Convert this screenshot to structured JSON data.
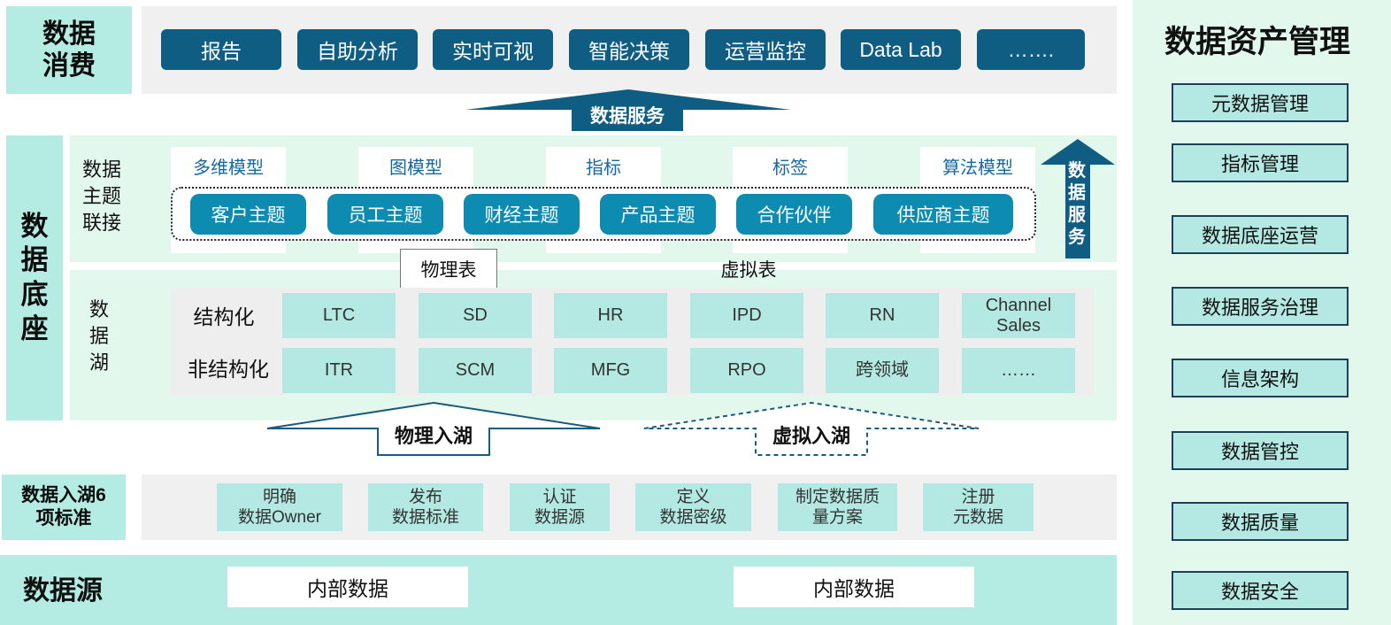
{
  "consumption": {
    "label": [
      "数据",
      "消费"
    ],
    "items": [
      "报告",
      "自助分析",
      "实时可视",
      "智能决策",
      "运营监控",
      "Data Lab",
      "……."
    ]
  },
  "data_service_label": "数据服务",
  "data_service_vertical": [
    "数",
    "据",
    "服",
    "务"
  ],
  "foundation": {
    "label": [
      "数",
      "据",
      "底",
      "座"
    ],
    "topic_label": [
      "数据",
      "主题",
      "联接"
    ],
    "model_labels": [
      "多维模型",
      "图模型",
      "指标",
      "标签",
      "算法模型"
    ],
    "topics": [
      "客户主题",
      "员工主题",
      "财经主题",
      "产品主题",
      "合作伙伴",
      "供应商主题"
    ],
    "physical_table": "物理表",
    "virtual_table": "虚拟表",
    "lake_label": [
      "数",
      "据",
      "湖"
    ],
    "structured_label": "结构化",
    "unstructured_label": "非结构化",
    "structured": [
      "LTC",
      "SD",
      "HR",
      "IPD",
      "RN",
      "Channel Sales"
    ],
    "unstructured": [
      "ITR",
      "SCM",
      "MFG",
      "RPO",
      "跨领域",
      "……"
    ]
  },
  "ingest_arrows": {
    "physical": "物理入湖",
    "virtual": "虚拟入湖"
  },
  "standards": {
    "label": [
      "数据入湖6",
      "项标准"
    ],
    "items": [
      [
        "明确",
        "数据Owner"
      ],
      [
        "发布",
        "数据标准"
      ],
      [
        "认证",
        "数据源"
      ],
      [
        "定义",
        "数据密级"
      ],
      [
        "制定数据质",
        "量方案"
      ],
      [
        "注册",
        "元数据"
      ]
    ]
  },
  "sources": {
    "label": "数据源",
    "items": [
      "内部数据",
      "内部数据"
    ]
  },
  "asset_management": {
    "title": "数据资产管理",
    "items": [
      "元数据管理",
      "指标管理",
      "数据底座运营",
      "数据服务治理",
      "信息架构",
      "数据管控",
      "数据质量",
      "数据安全"
    ]
  },
  "colors": {
    "dark_blue": "#0f5d83",
    "topic_blue": "#0d8bb0",
    "teal_light": "#b4ebe3",
    "mint_bg": "#e3f8ec",
    "grey_bg": "#f0f0f0"
  }
}
